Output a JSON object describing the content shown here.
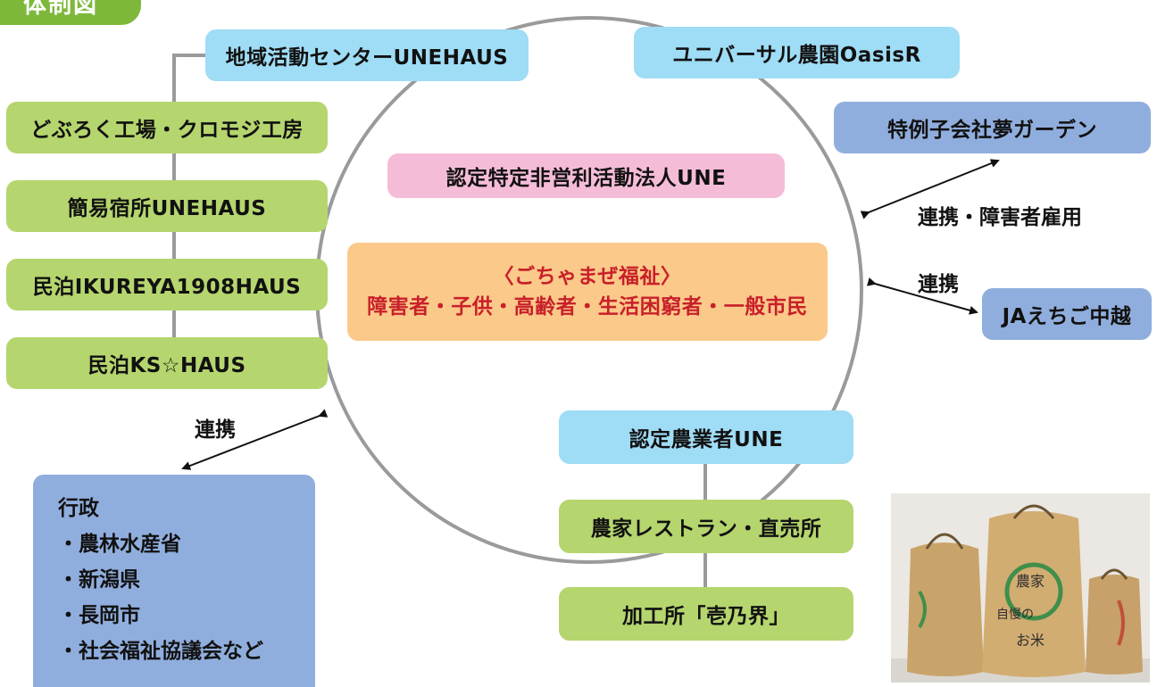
{
  "title": "体制図",
  "center_circle": {
    "organization": "認定特定非営利活動法人UNE",
    "concept": "〈ごちゃまぜ福祉〉",
    "targets": "障害者・子供・高齢者・生活困窮者・一般市民"
  },
  "top_nodes": {
    "community_center": "地域活動センターUNEHAUS",
    "universal_farm": "ユニバーサル農園OasisR"
  },
  "left_facilities": [
    "どぶろく工場・クロモジ工房",
    "簡易宿所UNEHAUS",
    "民泊IKUREYA1908HAUS",
    "民泊KS☆HAUS"
  ],
  "right_partners": {
    "subsidiary": "特例子会社夢ガーデン",
    "subsidiary_link": "連携・障害者雇用",
    "ja_link": "連携",
    "ja": "JAえちご中越"
  },
  "government": {
    "link": "連携",
    "heading": "行政",
    "items": [
      "・農林水産省",
      "・新潟県",
      "・長岡市",
      "・社会福祉協議会など"
    ]
  },
  "farm_chain": [
    "認定農業者UNE",
    "農家レストラン・直売所",
    "加工所「壱乃界」"
  ],
  "photo": {
    "bag_text": [
      "農家",
      "自慢の",
      "お米"
    ]
  },
  "colors": {
    "title_green": "#7db83a",
    "facility_green": "#b5d56e",
    "light_blue": "#9fdcf5",
    "steel_blue": "#90aedd",
    "pink": "#f5bcd8",
    "orange": "#fbc98a",
    "highlight_red": "#c8202a",
    "circle_gray": "#9a9a9a"
  }
}
